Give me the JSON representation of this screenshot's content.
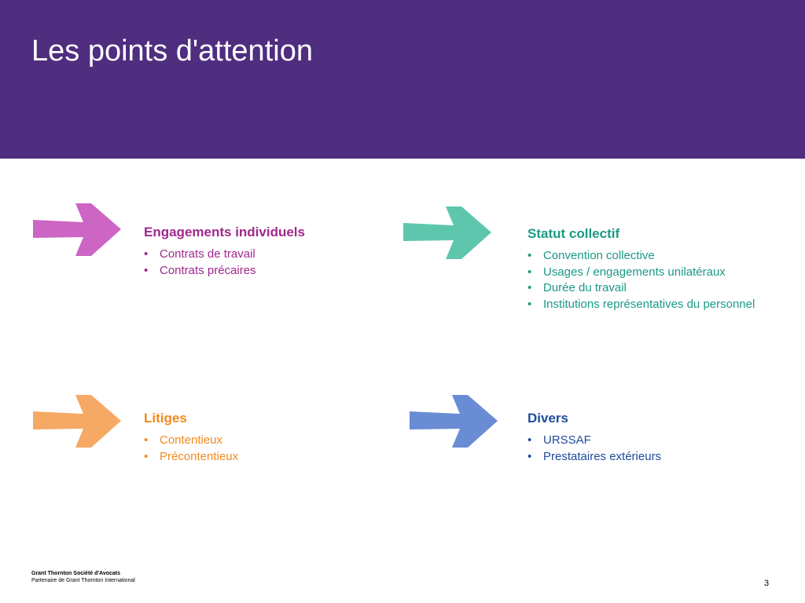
{
  "header": {
    "title": "Les points d'attention",
    "background": "#4f2d7f"
  },
  "sections": [
    {
      "title": "Engagements individuels",
      "color": "#a0288c",
      "arrow_color": "#c654bc",
      "arrow_icon": "right-arrow-icon",
      "items": [
        "Contrats de travail",
        "Contrats précaires"
      ]
    },
    {
      "title": "Statut collectif",
      "color": "#1a9a82",
      "arrow_color": "#4cc0a4",
      "arrow_icon": "right-arrow-icon",
      "items": [
        "Convention collective",
        "Usages / engagements unilatéraux",
        "Durée du travail",
        "Institutions représentatives du personnel"
      ]
    },
    {
      "title": "Litiges",
      "color": "#f18a1e",
      "arrow_color": "#f5a054",
      "arrow_icon": "right-arrow-icon",
      "items": [
        "Contentieux",
        "Précontentieux"
      ]
    },
    {
      "title": "Divers",
      "color": "#1e4b9b",
      "arrow_color": "#5a7fcf",
      "arrow_icon": "right-arrow-icon",
      "items": [
        "URSSAF",
        "Prestataires extérieurs"
      ]
    }
  ],
  "footer": {
    "company": "Grant Thornton Société d'Avocats",
    "partner": "Partenaire de Grant Thornton International",
    "page_number": "3"
  }
}
